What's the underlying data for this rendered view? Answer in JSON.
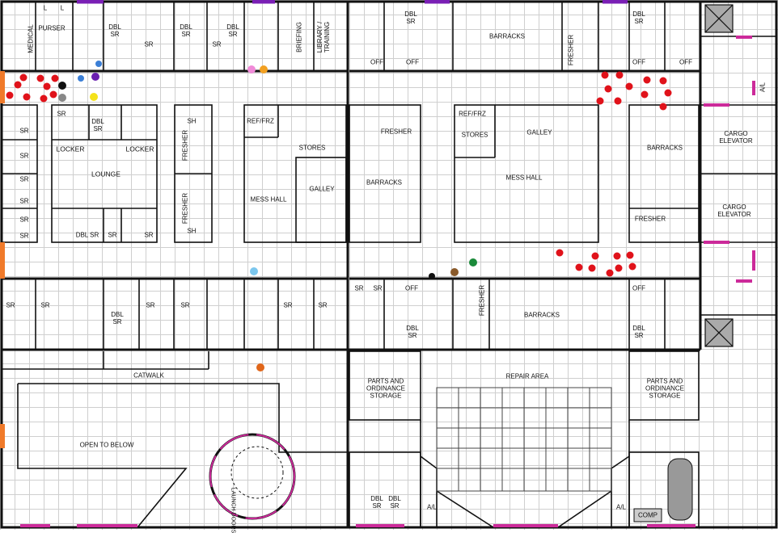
{
  "colors": {
    "wall": "#111111",
    "grid": "#cfcfcf",
    "door_magenta": "#cc2a9a",
    "door_purple": "#7a1fb5",
    "vent_orange": "#f07a2a",
    "token_red": "#e0121a",
    "token_black": "#111111",
    "token_grey": "#888888",
    "token_yellow": "#f4e21a",
    "token_blue": "#3b7fd6",
    "token_purple": "#6a1fb0",
    "token_pink": "#f08ad8",
    "token_orange": "#f2a021",
    "token_lightblue": "#7cc7ee",
    "token_green": "#1b8a3a",
    "token_brown": "#8a5a2a",
    "token_darkorange": "#e0661a"
  },
  "labels": {
    "medical": "MEDICAL",
    "purser": "PURSER",
    "l1": "L",
    "l2": "L",
    "dbl_sr_nw1": "DBL\nSR",
    "sr_nw1": "SR",
    "dbl_sr_nw2": "DBL\nSR",
    "sr_nw2": "SR",
    "dbl_sr_nw3": "DBL\nSR",
    "briefing": "BRIEFING",
    "library": "LIBRARY /\nTRAINING",
    "dbl_sr_nc": "DBL\nSR",
    "off_nc1": "OFF",
    "off_nc2": "OFF",
    "barracks_n": "BARRACKS",
    "fresher_n": "FRESHER",
    "dbl_sr_ne": "DBL\nSR",
    "off_ne1": "OFF",
    "off_ne2": "OFF",
    "al_ne": "A/L",
    "sr_w1": "SR",
    "sr_w2": "SR",
    "sr_w3": "SR",
    "sr_w4": "SR",
    "sr_w5": "SR",
    "sr_w6": "SR",
    "sr_a": "SR",
    "dbl_sr_b": "DBL\nSR",
    "locker1": "LOCKER",
    "locker2": "LOCKER",
    "lounge": "LOUNGE",
    "dbl_sr_c": "DBL SR",
    "sr_c": "SR",
    "sr_d": "SR",
    "sh1": "SH",
    "sh2": "SH",
    "fresher_w1": "FRESHER",
    "fresher_w2": "FRESHER",
    "ref_frz_w": "REF/FRZ",
    "stores_w": "STORES",
    "mess_hall_w": "MESS HALL",
    "galley_w": "GALLEY",
    "fresher_c": "FRESHER",
    "barracks_c": "BARRACKS",
    "ref_frz_c": "REF/FRZ",
    "stores_c": "STORES",
    "galley_c": "GALLEY",
    "mess_hall_c": "MESS HALL",
    "barracks_e": "BARRACKS",
    "fresher_e": "FRESHER",
    "cargo_elev1": "CARGO\nELEVATOR",
    "cargo_elev2": "CARGO\nELEVATOR",
    "sr_sw1": "SR",
    "sr_sw2": "SR",
    "dbl_sr_sw": "DBL\nSR",
    "sr_sw3": "SR",
    "sr_sw4": "SR",
    "sr_sw5": "SR",
    "sr_sw6": "SR",
    "sr_sc1": "SR",
    "sr_sc2": "SR",
    "off_sc": "OFF",
    "dbl_sr_sc": "DBL\nSR",
    "fresher_s": "FRESHER",
    "barracks_s": "BARRACKS",
    "off_se": "OFF",
    "dbl_sr_se": "DBL\nSR",
    "catwalk": "CATWALK",
    "open_below": "OPEN TO BELOW",
    "launch_doors": "LAUNCH DOORS",
    "parts1": "PARTS AND\nORDINANCE\nSTORAGE",
    "parts2": "PARTS AND\nORDINANCE\nSTORAGE",
    "repair": "REPAIR AREA",
    "dbl_sr_bot1": "DBL\nSR",
    "dbl_sr_bot2": "DBL\nSR",
    "al_bot1": "A/L",
    "al_bot2": "A/L",
    "comp": "COMP"
  }
}
